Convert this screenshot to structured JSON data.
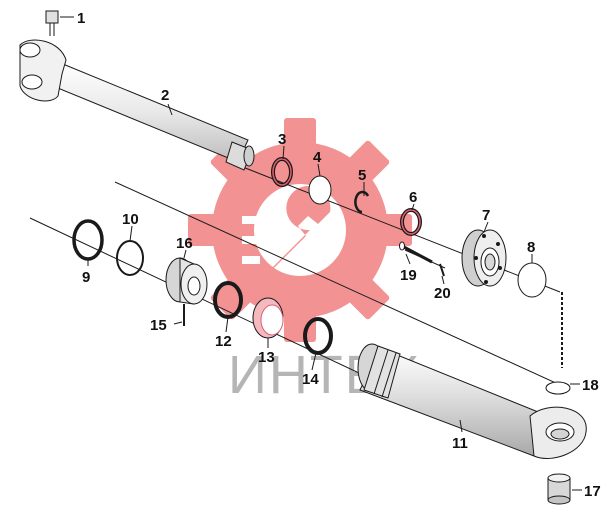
{
  "watermark": {
    "text": "ИНТЕХ",
    "gear_color": "#f08080",
    "text_color": "#b5b5b5"
  },
  "parts": [
    {
      "label": "1"
    },
    {
      "label": "2"
    },
    {
      "label": "3"
    },
    {
      "label": "4"
    },
    {
      "label": "5"
    },
    {
      "label": "6"
    },
    {
      "label": "7"
    },
    {
      "label": "8"
    },
    {
      "label": "9"
    },
    {
      "label": "10"
    },
    {
      "label": "11"
    },
    {
      "label": "12"
    },
    {
      "label": "13"
    },
    {
      "label": "14"
    },
    {
      "label": "15"
    },
    {
      "label": "16"
    },
    {
      "label": "17"
    },
    {
      "label": "18"
    },
    {
      "label": "19"
    },
    {
      "label": "20"
    }
  ],
  "colors": {
    "line": "#1a1a1a",
    "highlight_ring": "#e06070",
    "highlight_fill": "#f4b8bf"
  }
}
